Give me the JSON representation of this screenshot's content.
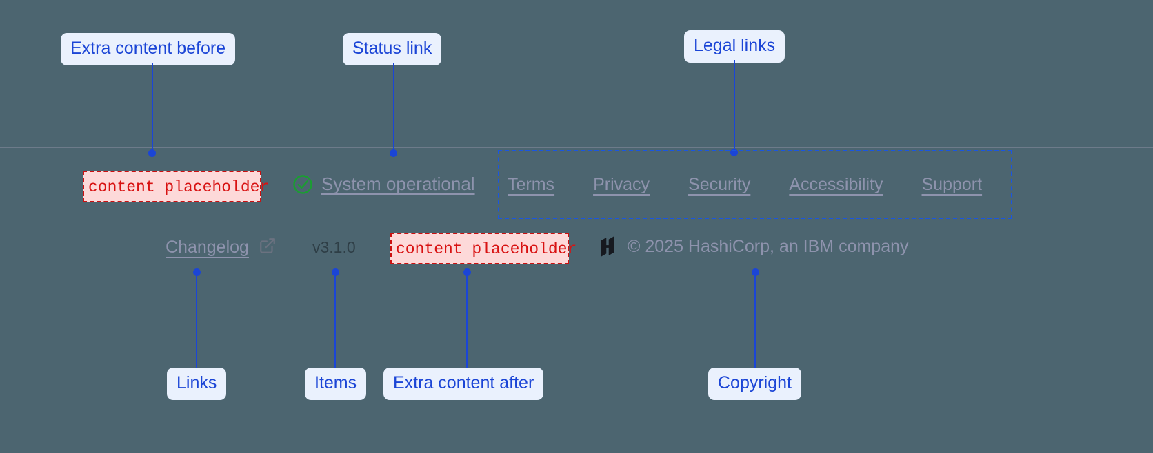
{
  "page": {
    "background_color": "#4c6570",
    "accent_color": "#1b45d6",
    "muted_text_color": "#8e93ad",
    "placeholder_color": "#d81212",
    "status_ok_color": "#1a9e31"
  },
  "footer": {
    "status": {
      "icon": "check-circle-icon",
      "label": "System operational"
    },
    "legal_links": [
      {
        "label": "Terms"
      },
      {
        "label": "Privacy"
      },
      {
        "label": "Security"
      },
      {
        "label": "Accessibility"
      },
      {
        "label": "Support"
      }
    ],
    "changelog": {
      "label": "Changelog",
      "icon": "external-link-icon"
    },
    "version": "v3.1.0",
    "copyright": {
      "logo": "hashicorp-logo",
      "text": "© 2025 HashiCorp, an IBM company"
    },
    "slots": {
      "before": "content placeholder",
      "after": "content placeholder"
    }
  },
  "annotations": [
    {
      "id": "extra-content-before",
      "label": "Extra content before"
    },
    {
      "id": "status-link",
      "label": "Status link"
    },
    {
      "id": "legal-links",
      "label": "Legal links"
    },
    {
      "id": "links",
      "label": "Links"
    },
    {
      "id": "items",
      "label": "Items"
    },
    {
      "id": "extra-content-after",
      "label": "Extra content after"
    },
    {
      "id": "copyright",
      "label": "Copyright"
    }
  ]
}
